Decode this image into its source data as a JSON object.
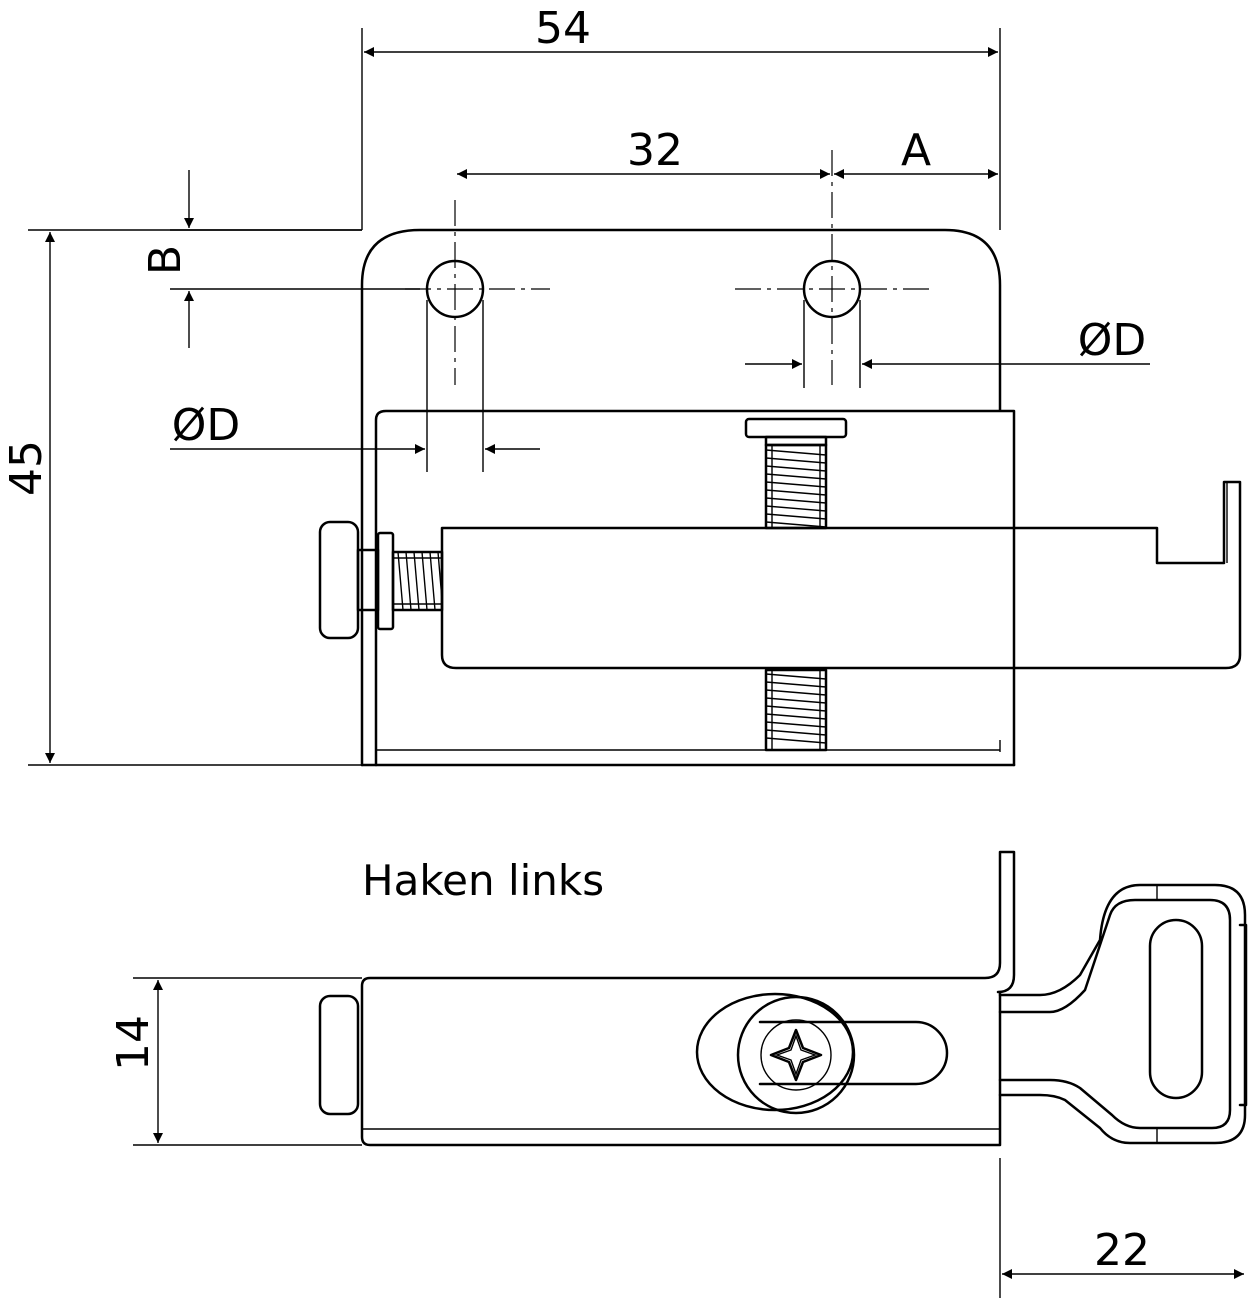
{
  "dimensions": {
    "overall_width": "54",
    "hole_spacing": "32",
    "edge_offset": "A",
    "hole_top_offset": "B",
    "hole_diameter_right": "ØD",
    "hole_diameter_left": "ØD",
    "overall_height": "45",
    "thickness": "14",
    "hook_width": "22"
  },
  "side_view": {
    "caption": "Haken links"
  }
}
